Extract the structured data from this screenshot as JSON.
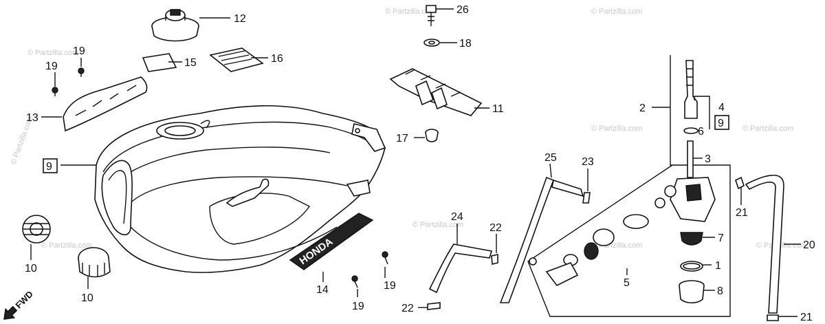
{
  "watermark": "© Partzilla.com",
  "fwd_label": "FWD",
  "callouts": {
    "p1": "1",
    "p2": "2",
    "p3": "3",
    "p4": "4",
    "p5": "5",
    "p6": "6",
    "p7": "7",
    "p8": "8",
    "p9a": "9",
    "p9b": "9",
    "p10a": "10",
    "p10b": "10",
    "p11": "11",
    "p12": "12",
    "p13": "13",
    "p14": "14",
    "p15": "15",
    "p16": "16",
    "p17": "17",
    "p18": "18",
    "p19a": "19",
    "p19b": "19",
    "p19c": "19",
    "p19d": "19",
    "p20": "20",
    "p21a": "21",
    "p21b": "21",
    "p22a": "22",
    "p22b": "22",
    "p23": "23",
    "p24": "24",
    "p25": "25",
    "p26": "26"
  },
  "emblem_text": "HONDA"
}
